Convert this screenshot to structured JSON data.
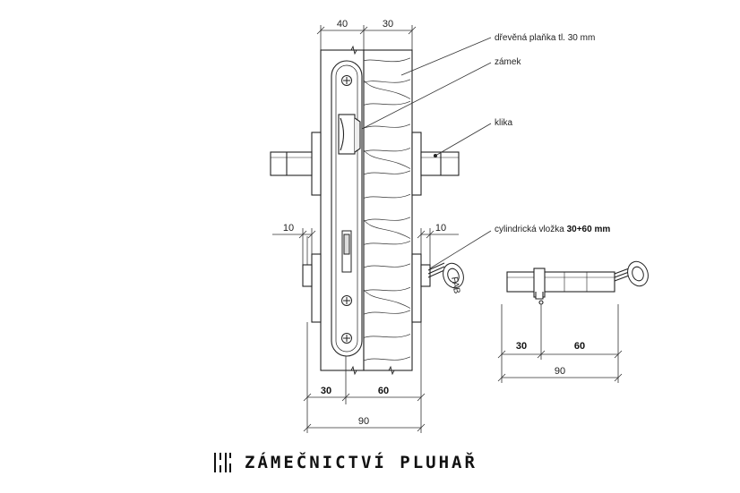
{
  "labels": {
    "plank": "dřevěná plaňka tl. 30 mm",
    "lock": "zámek",
    "handle": "klika",
    "cylinder_prefix": "cylindrická vložka ",
    "cylinder_size": "30+60 mm"
  },
  "dimensions": {
    "top_left": "40",
    "top_right": "30",
    "side_left": "10",
    "side_right": "10",
    "bottom_left": "30",
    "bottom_right": "60",
    "bottom_total": "90",
    "cyl_left": "30",
    "cyl_right": "60",
    "cyl_total": "90"
  },
  "key_brand": "FAB",
  "brand": {
    "name": "ZÁMEČNICTVÍ PLUHAŘ",
    "logo_icon": "lock-bars-logo-icon"
  }
}
